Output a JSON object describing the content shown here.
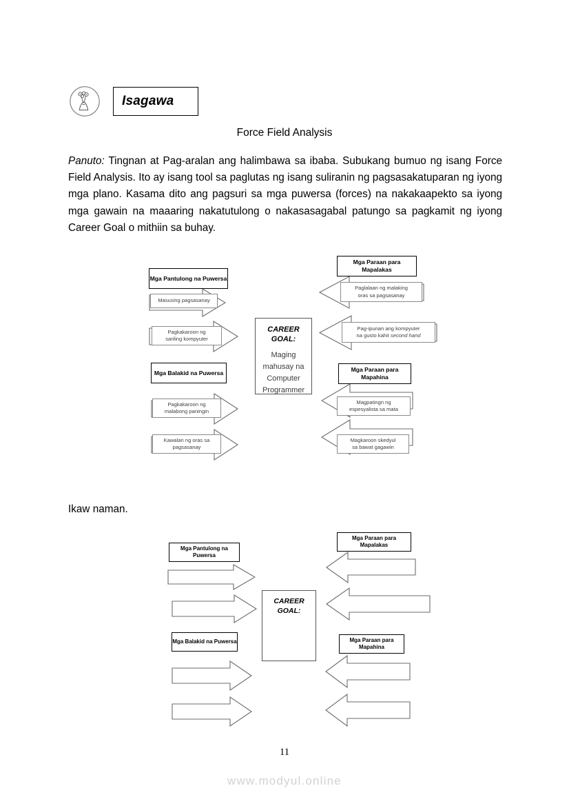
{
  "header": {
    "icon_name": "hand-holding-flowers-circle-icon",
    "activity_label": "Isagawa"
  },
  "section_title": "Force Field Analysis",
  "instruction": {
    "lead": "Panuto:",
    "body": " Tingnan at Pag-aralan ang halimbawa sa ibaba. Subukang bumuo ng isang Force Field Analysis. Ito ay isang tool sa paglutas ng isang suliranin ng pagsasakatuparan ng iyong mga plano. Kasama dito ang pagsuri sa mga puwersa (forces) na nakakaapekto sa iyong mga gawain na maaaring nakatutulong o nakasasagabal patungo sa pagkamit ng iyong Career Goal o mithiin sa buhay."
  },
  "ikaw_naman": "Ikaw naman.",
  "example_diagram": {
    "headers": {
      "helping": "Mga Pantulong na Puwersa",
      "hindering": "Mga Balakid na Puwersa",
      "strengthen": "Mga Paraan para Mapalakas",
      "weaken": "Mga Paraan para Mapahina"
    },
    "goal": {
      "title": "CAREER GOAL:",
      "line1": "Maging",
      "line2": "mahusay na",
      "line3": "Computer",
      "line4": "Programmer"
    },
    "helping_forces": [
      {
        "line1": "Masusing pagsasanay",
        "line2": ""
      },
      {
        "line1": "Pagkakaroon ng",
        "line2": "sariling kompyuter"
      }
    ],
    "hindering_forces": [
      {
        "line1": "Pagkakaroon ng",
        "line2": "malabong paningin"
      },
      {
        "line1": "Kawalan ng oras sa",
        "line2": "pagsasanay"
      }
    ],
    "strengthen_ways": [
      {
        "line1": "Paglalaan ng malaking",
        "line2": "oras sa pagsasanay",
        "line2_italic": ""
      },
      {
        "line1": "Pag-ipunan ang kompyuter",
        "line2": "na gusto kahit ",
        "line2_italic": "second hand"
      }
    ],
    "weaken_ways": [
      {
        "line1": "Magpatingn ng",
        "line2": "espesyalista sa mata"
      },
      {
        "line1": "Magkaroon skedyul",
        "line2": "sa bawat gagawin"
      }
    ]
  },
  "blank_diagram": {
    "headers": {
      "helping": "Mga Pantulong na Puwersa",
      "hindering": "Mga Balakid na Puwersa",
      "strengthen": "Mga Paraan para Mapalakas",
      "weaken": "Mga Paraan para Mapahina"
    },
    "goal": {
      "title_line1": "CAREER",
      "title_line2": "GOAL:"
    }
  },
  "footer": {
    "page_number": "11",
    "watermark": "www.modyul.online"
  },
  "colors": {
    "text": "#000000",
    "arrow_stroke": "#6b6b6b",
    "label_stroke": "#8a8a8a",
    "watermark": "#d2d2d2"
  }
}
